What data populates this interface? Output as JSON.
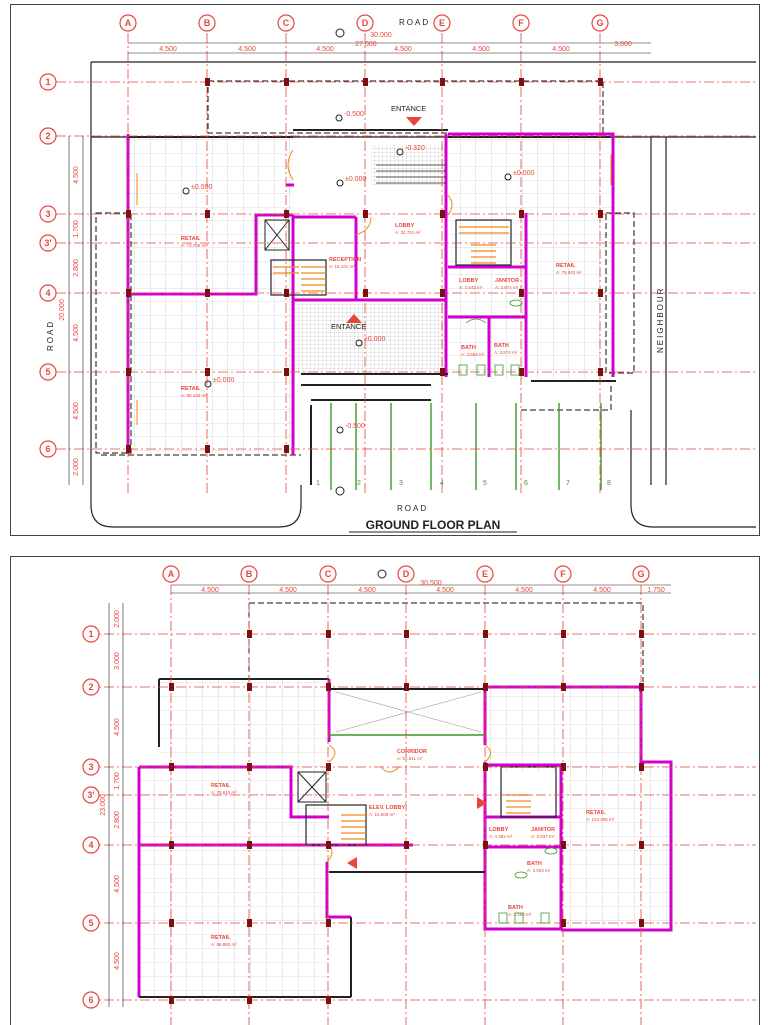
{
  "plan1": {
    "title": "GROUND FLOOR PLAN",
    "columns": [
      "A",
      "B",
      "C",
      "D",
      "E",
      "F",
      "G"
    ],
    "rows": [
      "1",
      "2",
      "3",
      "3'",
      "4",
      "5",
      "6"
    ],
    "top_dims": [
      "4.500",
      "4.500",
      "4.500",
      "4.500",
      "4.500",
      "4.500",
      "3.000"
    ],
    "total_dim": "30.000",
    "sub_total_dim": "27.000",
    "left_dims": [
      "4.500",
      "1.700",
      "2.800",
      "4.500",
      "4.500",
      "2.000"
    ],
    "left_total": "20.000",
    "road_top": "ROAD",
    "road_bottom": "ROAD",
    "road_left": "ROAD",
    "neighbour": "NEIGHBOUR",
    "entrance_top": "ENTANCE",
    "entrance_mid": "ENTANCE",
    "levels": [
      "-0.500",
      "-0.320",
      "±0.000",
      "±0.000",
      "±0.000",
      "±0.000",
      "±0.000",
      "-0.500"
    ],
    "rooms": [
      {
        "name": "RETAIL",
        "area": "A: 73.765 m²"
      },
      {
        "name": "RETAIL",
        "area": "A: 80.100 m²"
      },
      {
        "name": "RECEPTION",
        "area": "A: 15.191 m²"
      },
      {
        "name": "LOBBY",
        "area": "A: 32.701 m²"
      },
      {
        "name": "LOBBY",
        "area": "A: 4.542 m²"
      },
      {
        "name": "JANITOR",
        "area": "A: 3.874 m²"
      },
      {
        "name": "RETAIL",
        "area": "A: 79.943 m²"
      },
      {
        "name": "BATH",
        "area": "A: 3.563 m²"
      },
      {
        "name": "BATH",
        "area": "A: 3.574 m²"
      }
    ],
    "parking": [
      "1",
      "2",
      "3",
      "4",
      "5",
      "6",
      "7",
      "8"
    ]
  },
  "plan2": {
    "columns": [
      "A",
      "B",
      "C",
      "D",
      "E",
      "F",
      "G"
    ],
    "rows": [
      "1",
      "2",
      "3",
      "3'",
      "4",
      "5",
      "6"
    ],
    "top_dims": [
      "4.500",
      "4.500",
      "4.500",
      "4.500",
      "4.500",
      "4.500",
      "1.750"
    ],
    "total_dim": "30.500",
    "left_dims": [
      "2.000",
      "3.000",
      "4.500",
      "1.700",
      "2.800",
      "4.500",
      "4.500"
    ],
    "left_total": "23.000",
    "rooms": [
      {
        "name": "CORRIDOR",
        "area": "A: 53.611 m²"
      },
      {
        "name": "RETAIL",
        "area": "A: 79.610 m²"
      },
      {
        "name": "ELEV. LOBBY",
        "area": "A: 15.608 m²"
      },
      {
        "name": "RETAIL",
        "area": "A: 104.236 m²"
      },
      {
        "name": "LOBBY",
        "area": "A: 4.382 m²"
      },
      {
        "name": "JANITOR",
        "area": "A: 3.837 m²"
      },
      {
        "name": "BATH",
        "area": "A: 3.003 m²"
      },
      {
        "name": "BATH",
        "area": "A: 3.164 m²"
      },
      {
        "name": "RETAIL",
        "area": "A: 96.860 m²"
      }
    ]
  },
  "colors": {
    "grid": "#e8453c",
    "wall": "#d100d1",
    "line": "#222222",
    "door": "#f08a1c",
    "stair": "#f08a1c",
    "parking": "#3a9a2a",
    "tile": "#bbbbbb"
  }
}
